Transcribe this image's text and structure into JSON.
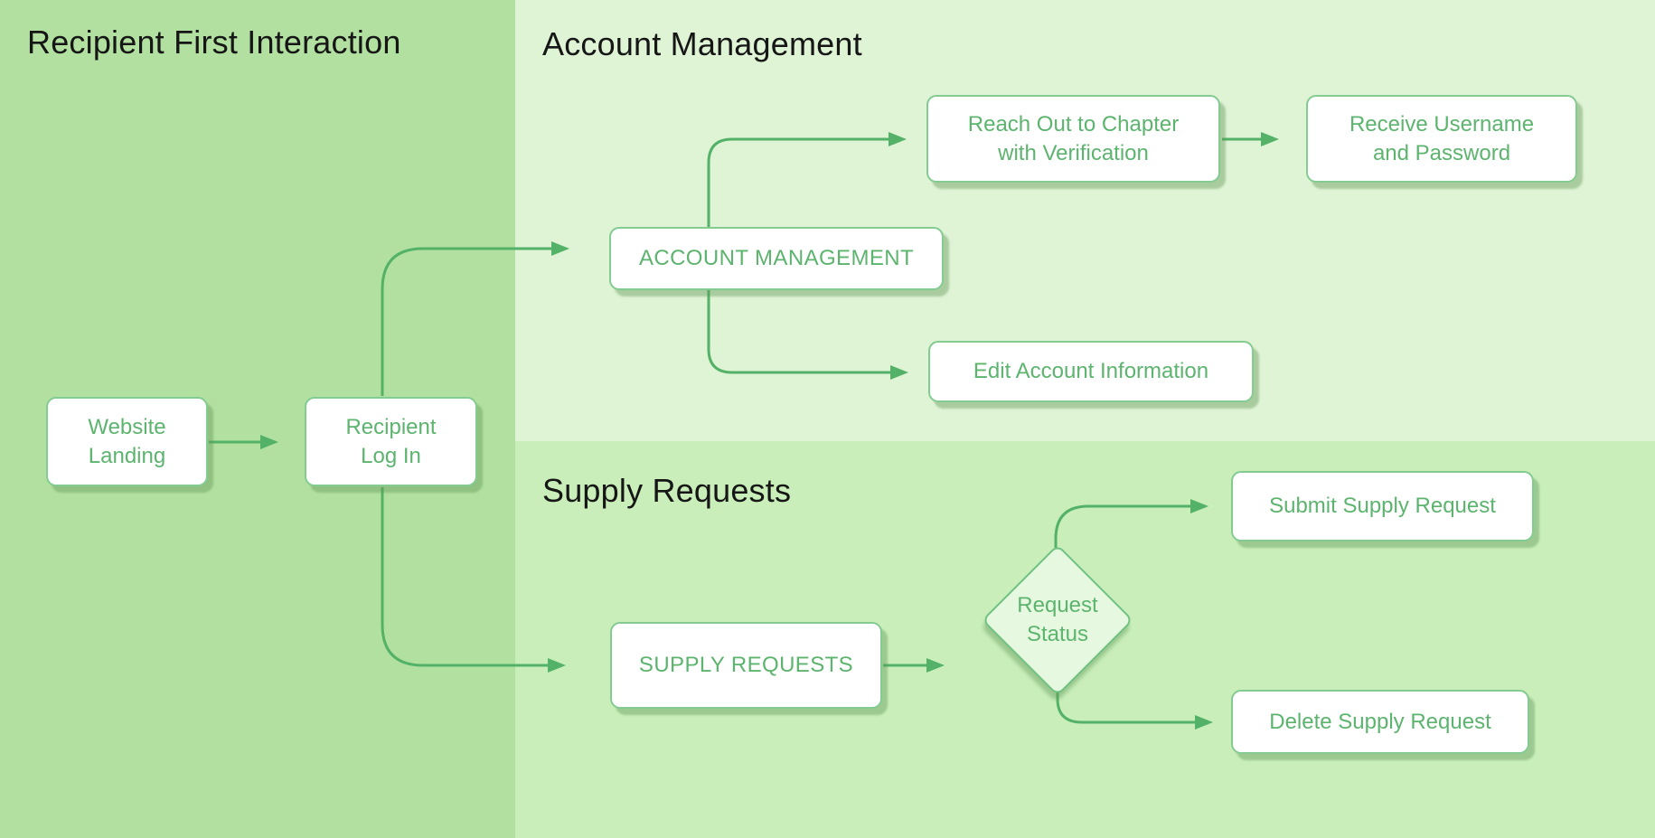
{
  "sections": {
    "recipient_first_interaction": {
      "title": "Recipient First Interaction"
    },
    "account_management": {
      "title": "Account Management"
    },
    "supply_requests": {
      "title": "Supply Requests"
    }
  },
  "nodes": {
    "website_landing": {
      "label": "Website\nLanding"
    },
    "recipient_log_in": {
      "label": "Recipient\nLog In"
    },
    "account_management": {
      "label": "ACCOUNT MANAGEMENT"
    },
    "reach_out": {
      "label": "Reach Out to Chapter\nwith Verification"
    },
    "receive_credentials": {
      "label": "Receive Username\nand Password"
    },
    "edit_account": {
      "label": "Edit Account Information"
    },
    "supply_requests": {
      "label": "SUPPLY REQUESTS"
    },
    "request_status": {
      "label": "Request\nStatus"
    },
    "submit_request": {
      "label": "Submit Supply Request"
    },
    "delete_request": {
      "label": "Delete Supply Request"
    }
  },
  "edges": [
    {
      "from": "website_landing",
      "to": "recipient_log_in"
    },
    {
      "from": "recipient_log_in",
      "to": "account_management"
    },
    {
      "from": "recipient_log_in",
      "to": "supply_requests"
    },
    {
      "from": "account_management",
      "to": "reach_out"
    },
    {
      "from": "account_management",
      "to": "edit_account"
    },
    {
      "from": "reach_out",
      "to": "receive_credentials"
    },
    {
      "from": "supply_requests",
      "to": "request_status"
    },
    {
      "from": "request_status",
      "to": "submit_request"
    },
    {
      "from": "request_status",
      "to": "delete_request"
    }
  ],
  "colors": {
    "panel_left": "#b2e0a0",
    "panel_top_right": "#dff3d5",
    "panel_bottom_right": "#c9eeba",
    "connector_green": "#53b267",
    "node_border": "#84cb92",
    "node_text": "#5cb46e",
    "diamond_fill": "#e7f8e0",
    "heading_text": "#161616",
    "node_fill": "#ffffff"
  }
}
